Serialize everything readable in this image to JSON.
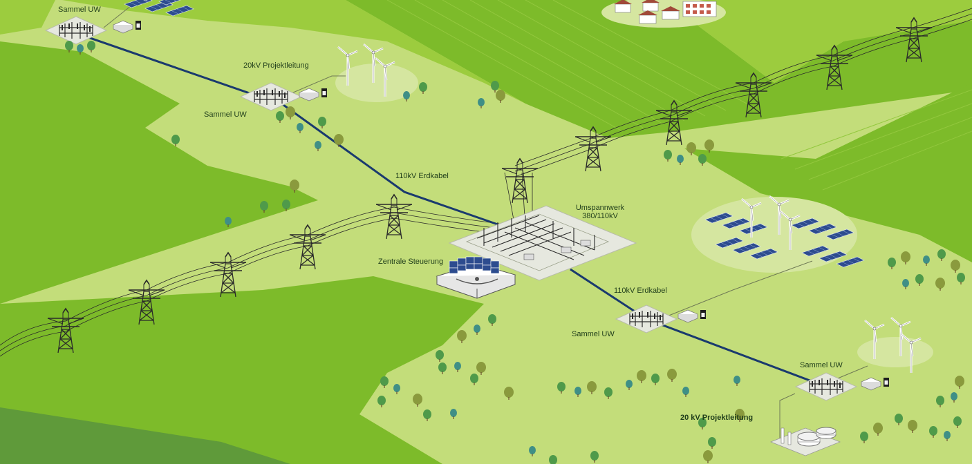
{
  "labels": {
    "sammel_uw_top_left": "Sammel UW",
    "projekt_20kv_top": "20kV Projektleitung",
    "sammel_uw_left": "Sammel UW",
    "erdkabel_110kv_upper": "110kV Erdkabel",
    "umspannwerk_line1": "Umspannwerk",
    "umspannwerk_line2": "380/110kV",
    "zentrale_steuerung": "Zentrale Steuerung",
    "erdkabel_110kv_lower": "110kV Erdkabel",
    "sammel_uw_middle": "Sammel UW",
    "sammel_uw_right": "Sammel UW",
    "projekt_20kv_bottom": "20 kV Projektleitung"
  },
  "colors": {
    "field_dark": "#7dbb2a",
    "field_mid": "#9ccc3e",
    "field_light": "#c3dd7a",
    "field_pale": "#d5e6a0",
    "corner_dark": "#5f9a3a",
    "cable": "#1a3a6e",
    "pad": "#e6e8df",
    "solar": "#2d4c8f",
    "tree_green": "#4f9a4a",
    "tree_olive": "#8a9a3d",
    "tree_teal": "#3f8f86"
  }
}
